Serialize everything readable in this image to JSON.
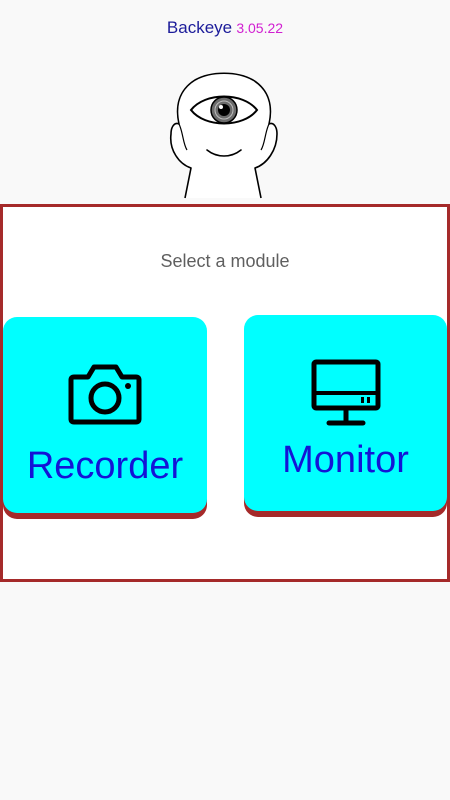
{
  "header": {
    "app_name": "Backeye",
    "version": "3.05.22"
  },
  "logo": {
    "icon": "cyclops-head-icon"
  },
  "panel": {
    "prompt": "Select a module",
    "modules": [
      {
        "label": "Recorder",
        "icon": "camera-icon"
      },
      {
        "label": "Monitor",
        "icon": "monitor-icon"
      }
    ]
  },
  "colors": {
    "background": "#f9f9f9",
    "panel_border": "#a52a2a",
    "button_fill": "#00ffff",
    "button_text": "#1414d6",
    "app_name": "#1c1c9a",
    "version": "#d11fd1",
    "prompt": "#5f5f5f"
  }
}
